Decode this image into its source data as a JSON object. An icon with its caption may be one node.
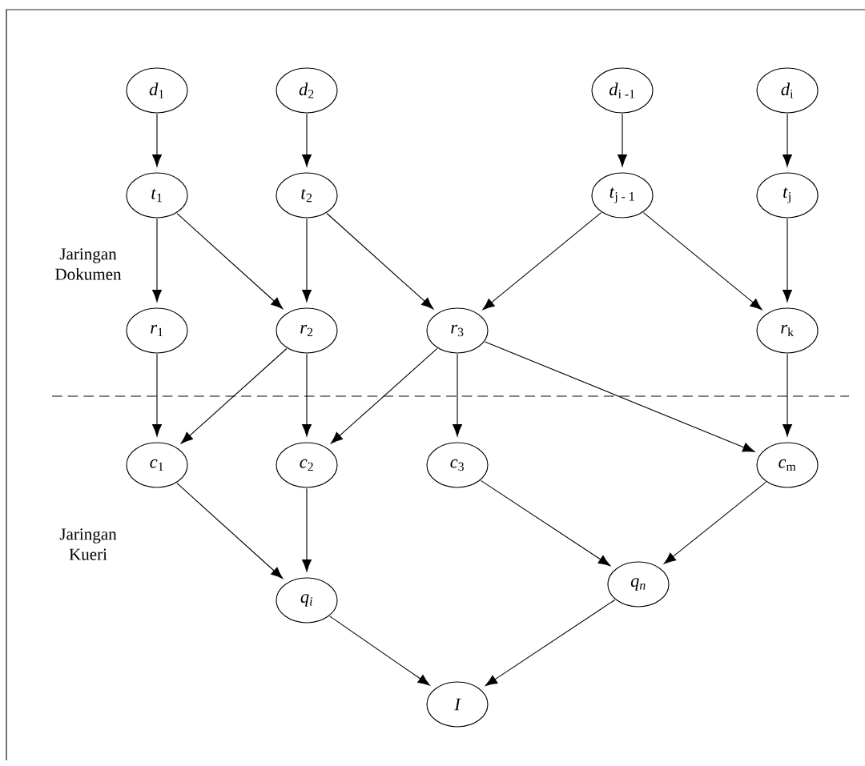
{
  "diagram": {
    "nodes": [
      {
        "text": [
          "*d*$_{1}$"
        ]
      },
      {
        "text": [
          "*d*$_{2}$"
        ]
      },
      {
        "text": [
          "*d*$_{i -1}$"
        ]
      },
      {
        "text": [
          "*d*$_{i}$"
        ]
      },
      {
        "text": [
          "*t*$_{1}$"
        ]
      },
      {
        "text": [
          "*t*$_{2}$"
        ]
      },
      {
        "text": [
          "*t*$_{j - 1}$"
        ]
      },
      {
        "text": [
          "*t*$_{j}$"
        ]
      },
      {
        "text": [
          "*r*$_{1}$"
        ]
      },
      {
        "text": [
          "*r*$_{2}$"
        ]
      },
      {
        "text": [
          "*r*$_{3}$"
        ]
      },
      {
        "text": [
          "*r*$_{k}$"
        ]
      },
      {
        "text": [
          "*c*$_{1}$"
        ]
      },
      {
        "text": [
          "*c*$_{2}$"
        ]
      },
      {
        "text": [
          "*c*$_{3}$"
        ]
      },
      {
        "text": [
          "*c*$_{m}$"
        ]
      },
      {
        "text": [
          "*q$_{i}$*"
        ]
      },
      {
        "text": [
          "*q$_{n}$*"
        ]
      },
      {
        "text": [
          "I"
        ]
      }
    ],
    "edges": [
      {
        "from": 0,
        "to": 4,
        "arrow": "to"
      },
      {
        "from": 1,
        "to": 5,
        "arrow": "to"
      },
      {
        "from": 2,
        "to": 6,
        "arrow": "to"
      },
      {
        "from": 3,
        "to": 7,
        "arrow": "to"
      },
      {
        "from": 4,
        "to": 8,
        "arrow": "to"
      },
      {
        "from": 4,
        "to": 9,
        "arrow": "to"
      },
      {
        "from": 5,
        "to": 9,
        "arrow": "to"
      },
      {
        "from": 5,
        "to": 10,
        "arrow": "to"
      },
      {
        "from": 6,
        "to": 10,
        "arrow": "to"
      },
      {
        "from": 6,
        "to": 11,
        "arrow": "to"
      },
      {
        "from": 7,
        "to": 11,
        "arrow": "to"
      },
      {
        "from": 8,
        "to": 12,
        "arrow": "to"
      },
      {
        "from": 9,
        "to": 12,
        "arrow": "to"
      },
      {
        "from": 9,
        "to": 13,
        "arrow": "to"
      },
      {
        "from": 10,
        "to": 13,
        "arrow": "to"
      },
      {
        "from": 10,
        "to": 14,
        "arrow": "to"
      },
      {
        "from": 10,
        "to": 15,
        "arrow": "to"
      },
      {
        "from": 11,
        "to": 15,
        "arrow": "to"
      },
      {
        "from": 12,
        "to": 16,
        "arrow": "to"
      },
      {
        "from": 13,
        "to": 16,
        "arrow": "to"
      },
      {
        "from": 14,
        "to": 17,
        "arrow": "to"
      },
      {
        "from": 15,
        "to": 17,
        "arrow": "to"
      },
      {
        "from": 16,
        "to": 18,
        "arrow": "to"
      },
      {
        "from": 17,
        "to": 18,
        "arrow": "to"
      }
    ],
    "labels": [
      "Jaringan Dokumen",
      "Jaringan Kueri"
    ]
  }
}
